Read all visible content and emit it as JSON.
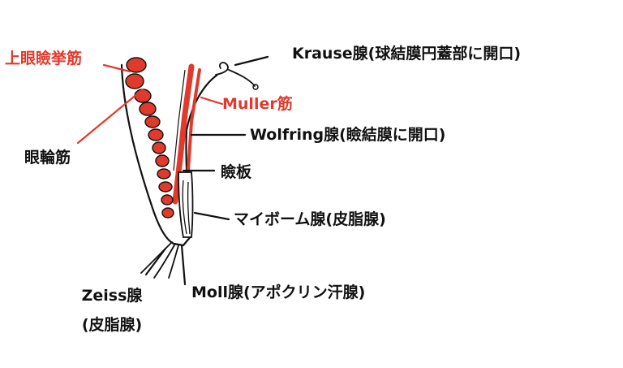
{
  "colors": {
    "muscle_red": "#e03a2c",
    "ink": "#111111",
    "background": "#ffffff"
  },
  "labels": {
    "levator": "上眼瞼挙筋",
    "muller": "Muller筋",
    "orbicularis": "眼輪筋",
    "krause": "Krause腺(球結膜円蓋部に開口)",
    "wolfring": "Wolfring腺(瞼結膜に開口)",
    "tarsus": "瞼板",
    "meibomian": "マイボーム腺(皮脂腺)",
    "zeiss_line1": "Zeiss腺",
    "zeiss_line2": "(皮脂腺)",
    "moll": "Moll腺(アポクリン汗腺)"
  }
}
